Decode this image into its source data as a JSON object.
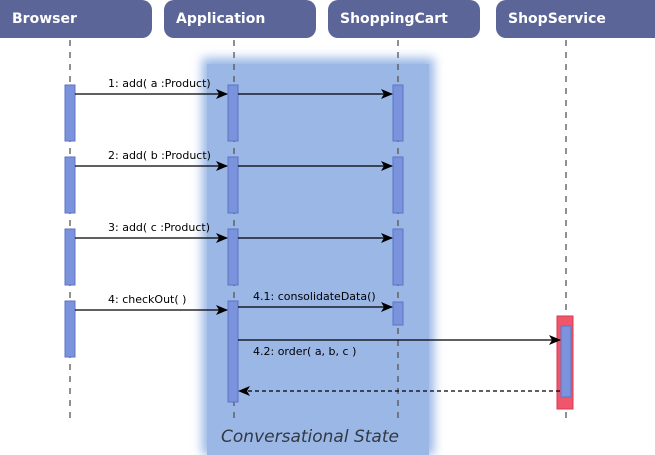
{
  "participants": [
    {
      "id": "browser",
      "label": "Browser"
    },
    {
      "id": "application",
      "label": "Application"
    },
    {
      "id": "shoppingcart",
      "label": "ShoppingCart"
    },
    {
      "id": "shopservice",
      "label": "ShopService"
    }
  ],
  "messages": [
    {
      "id": "m1",
      "label": "1: add( a :Product)",
      "from": "browser",
      "to": "application"
    },
    {
      "id": "m2",
      "label": "2: add( b :Product)",
      "from": "browser",
      "to": "application"
    },
    {
      "id": "m3",
      "label": "3: add( c :Product)",
      "from": "browser",
      "to": "application"
    },
    {
      "id": "m4",
      "label": "4: checkOut( )",
      "from": "browser",
      "to": "application"
    },
    {
      "id": "m41",
      "label": "4.1: consolidateData()",
      "from": "application",
      "to": "shoppingcart"
    },
    {
      "id": "m42",
      "label": "4.2: order( a, b, c )",
      "from": "application",
      "to": "shopservice"
    },
    {
      "id": "ret",
      "label": "",
      "from": "shopservice",
      "to": "application",
      "kind": "return"
    }
  ],
  "region": {
    "label": "Conversational State"
  },
  "colors": {
    "participant_fill": "#5b6598",
    "activation_fill": "#7b93dd",
    "activation_stroke": "#5c75c4",
    "region_fill": "#9ab7e6",
    "highlight_fill": "#f0566b",
    "lifeline": "#555555",
    "arrow": "#000000"
  }
}
